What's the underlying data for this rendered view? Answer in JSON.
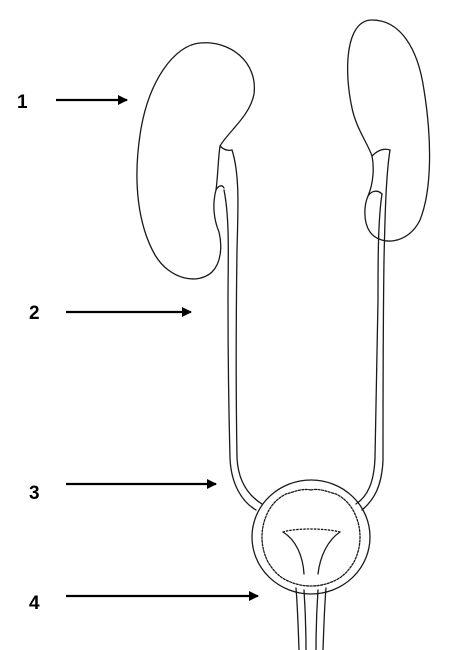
{
  "labels": [
    "1",
    "2",
    "3",
    "4"
  ],
  "colors": {
    "outline": "#000000",
    "background": "#ffffff"
  }
}
